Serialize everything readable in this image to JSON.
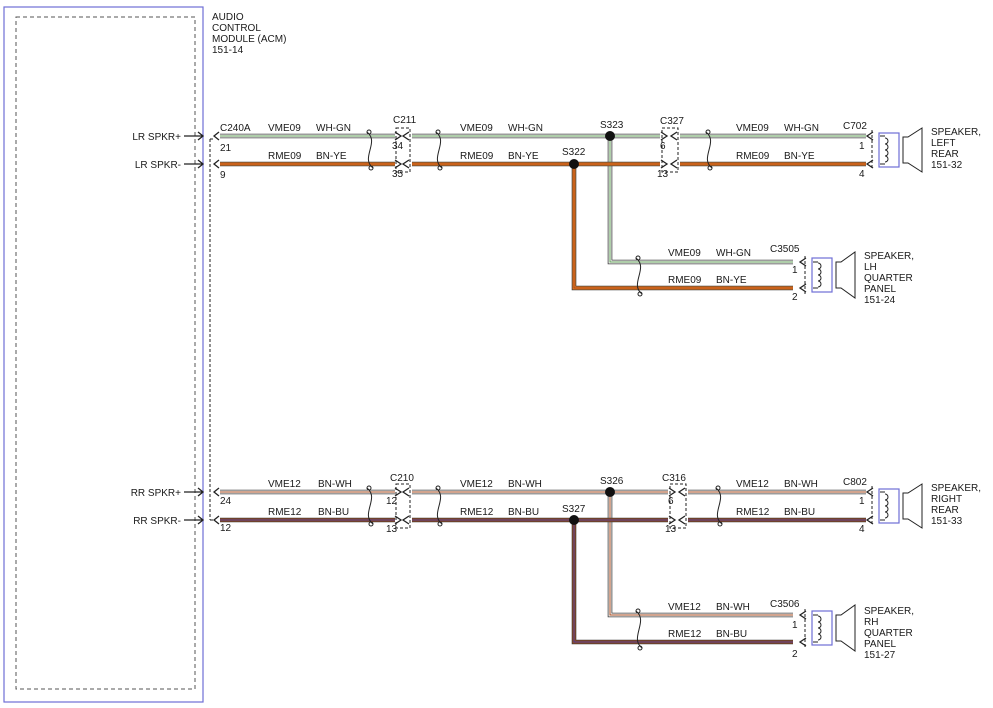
{
  "module": {
    "name_lines": [
      "AUDIO",
      "CONTROL",
      "MODULE (ACM)",
      "151-14"
    ],
    "pins": {
      "lr_pos": "LR SPKR+",
      "lr_neg": "LR SPKR-",
      "rr_pos": "RR SPKR+",
      "rr_neg": "RR SPKR-"
    }
  },
  "colors": {
    "green": "#5f9d55",
    "white": "#ffffff",
    "brown": "#a44a1c",
    "orange": "#f07a1a",
    "blue": "#3c3f9c",
    "outline": "#3a3a3a",
    "module_border": "#6f6fd6"
  },
  "wires": {
    "vme09": "VME09",
    "rme09": "RME09",
    "vme12": "VME12",
    "rme12": "RME12",
    "wh_gn": "WH-GN",
    "bn_ye": "BN-YE",
    "bn_wh": "BN-WH",
    "bn_bu": "BN-BU"
  },
  "connectors": {
    "c240a": "C240A",
    "c211": "C211",
    "c327": "C327",
    "c702": "C702",
    "c3505": "C3505",
    "c210": "C210",
    "c316": "C316",
    "c802": "C802",
    "c3506": "C3506"
  },
  "splices": {
    "s323": "S323",
    "s322": "S322",
    "s326": "S326",
    "s327": "S327"
  },
  "pin_numbers": {
    "acm_lr_pos": "21",
    "acm_lr_neg": "9",
    "acm_rr_pos": "24",
    "acm_rr_neg": "12",
    "c211_pos": "34",
    "c211_neg": "35",
    "c327_pos": "6",
    "c327_neg": "13",
    "c702_pos": "1",
    "c702_neg": "4",
    "c3505_pos": "1",
    "c3505_neg": "2",
    "c210_pos": "12",
    "c210_neg": "13",
    "c316_pos": "6",
    "c316_neg": "13",
    "c802_pos": "1",
    "c802_neg": "4",
    "c3506_pos": "1",
    "c3506_neg": "2"
  },
  "speakers": {
    "left_rear": [
      "SPEAKER,",
      "LEFT",
      "REAR",
      "151-32"
    ],
    "lh_quarter": [
      "SPEAKER,",
      "LH",
      "QUARTER",
      "PANEL",
      "151-24"
    ],
    "right_rear": [
      "SPEAKER,",
      "RIGHT",
      "REAR",
      "151-33"
    ],
    "rh_quarter": [
      "SPEAKER,",
      "RH",
      "QUARTER",
      "PANEL",
      "151-27"
    ]
  }
}
